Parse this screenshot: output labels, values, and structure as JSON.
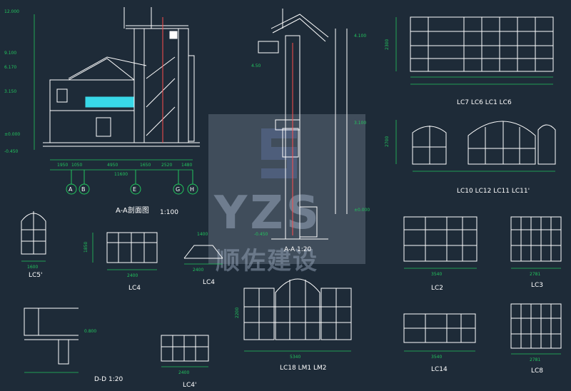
{
  "colors": {
    "background": "#1e2b38",
    "line": "#ffffff",
    "dim": "#22c55e",
    "accent": "#ff4d4d",
    "magenta": "#e040e0",
    "cyan": "#38d8e8",
    "yellow": "#f0e040"
  },
  "drawing": {
    "section_title": "A-A剖面图",
    "section_scale": "1:100",
    "detail_aa": "A-A 1:20",
    "detail_dd": "D-D 1:20",
    "axis_labels": [
      "A",
      "B",
      "E",
      "G",
      "H"
    ],
    "elevations": [
      "12.000",
      "9.100",
      "6.170",
      "3.150",
      "±0.000",
      "-0.450",
      "4.100",
      "3.100",
      "±0.000",
      "-0.450",
      "0.800",
      "4.50"
    ],
    "overall_width": "11600",
    "bottom_dims": [
      "1950",
      "1050",
      "4950",
      "1650",
      "2520",
      "1480"
    ],
    "watermark": {
      "logo_text": "YZS",
      "subtitle": "顺佐建设"
    }
  },
  "windows": {
    "lc7_group": "LC7 LC6 LC1 LC6",
    "lc10_group": "LC10 LC12 LC11 LC11'",
    "lc5": "LC5'",
    "lc4": "LC4",
    "lc4_small": "LC4",
    "lc4p": "LC4'",
    "lc18": "LC18 LM1 LM2",
    "lc2": "LC2",
    "lc3": "LC3",
    "lc14": "LC14",
    "lc8": "LC8",
    "width_2400": "2400",
    "width_3540": "3540",
    "width_2781": "2781",
    "width_5340": "5340",
    "width_1600": "1600",
    "width_1400": "1400",
    "height_2300": "2300",
    "height_2700": "2700",
    "height_1850": "1850",
    "height_2200": "2200"
  }
}
